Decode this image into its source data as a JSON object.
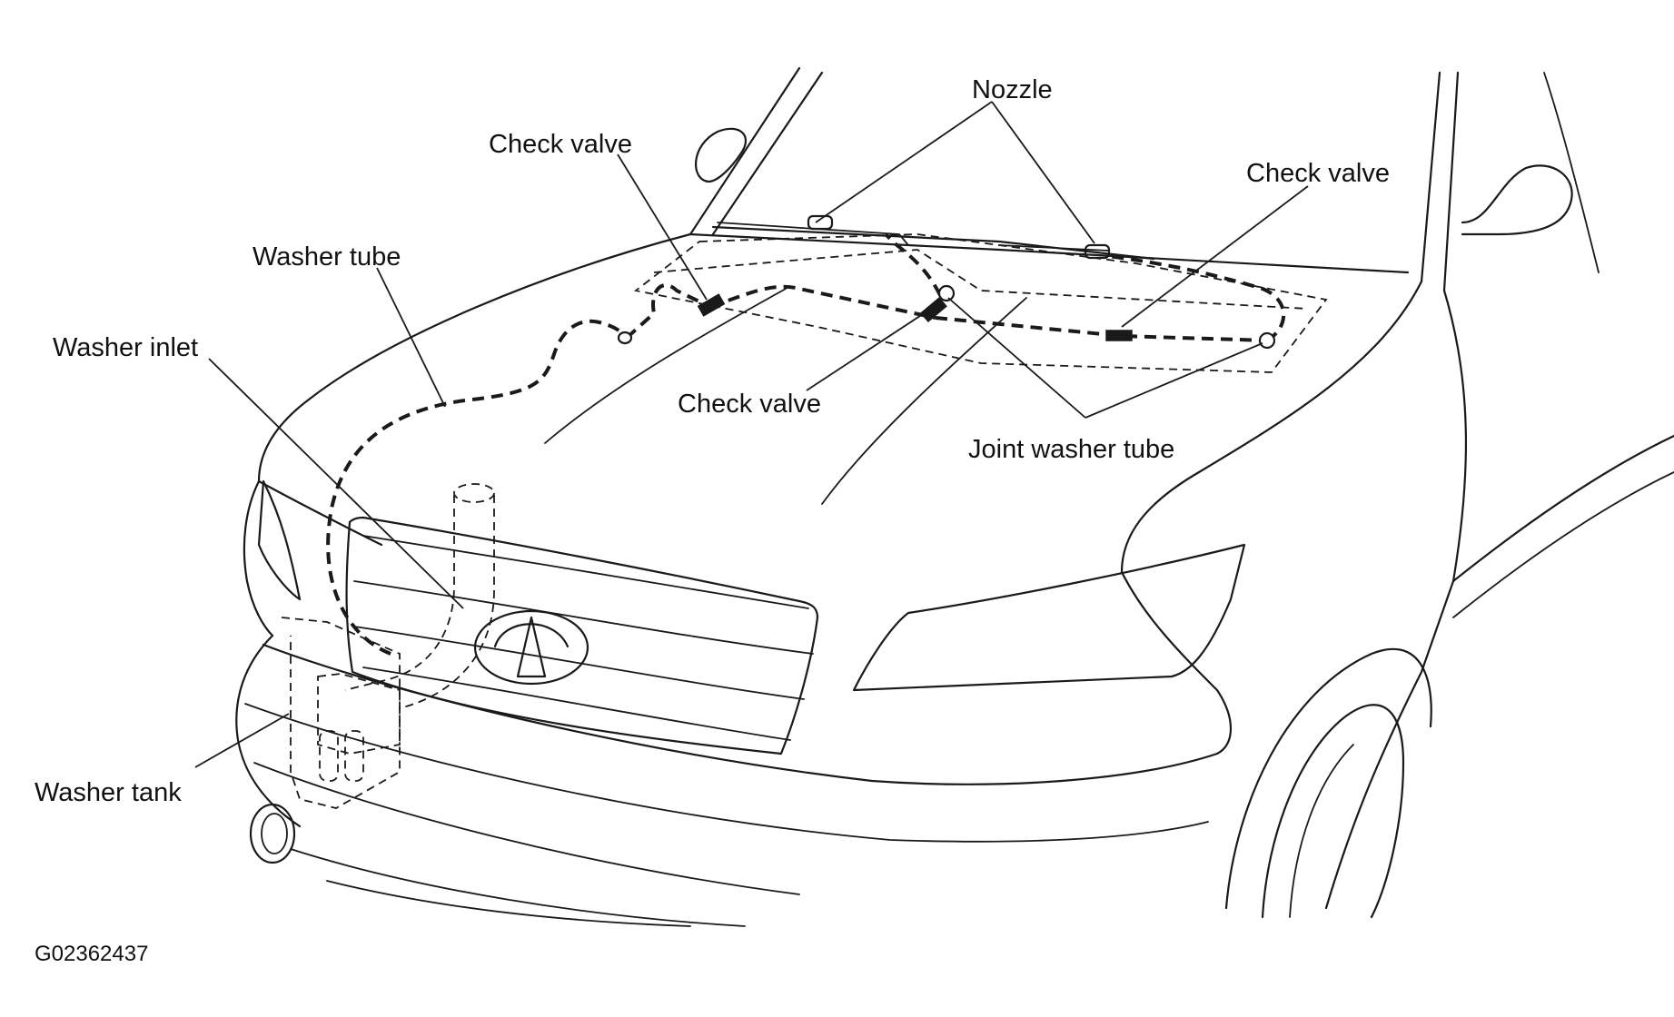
{
  "labels": {
    "nozzle": "Nozzle",
    "check_valve_left": "Check valve",
    "check_valve_right": "Check valve",
    "check_valve_center": "Check valve",
    "washer_tube": "Washer tube",
    "washer_inlet": "Washer inlet",
    "joint_washer_tube": "Joint washer tube",
    "washer_tank": "Washer tank"
  },
  "figure_id": "G02362437",
  "colors": {
    "ink": "#1a1a1a",
    "background": "#ffffff"
  }
}
